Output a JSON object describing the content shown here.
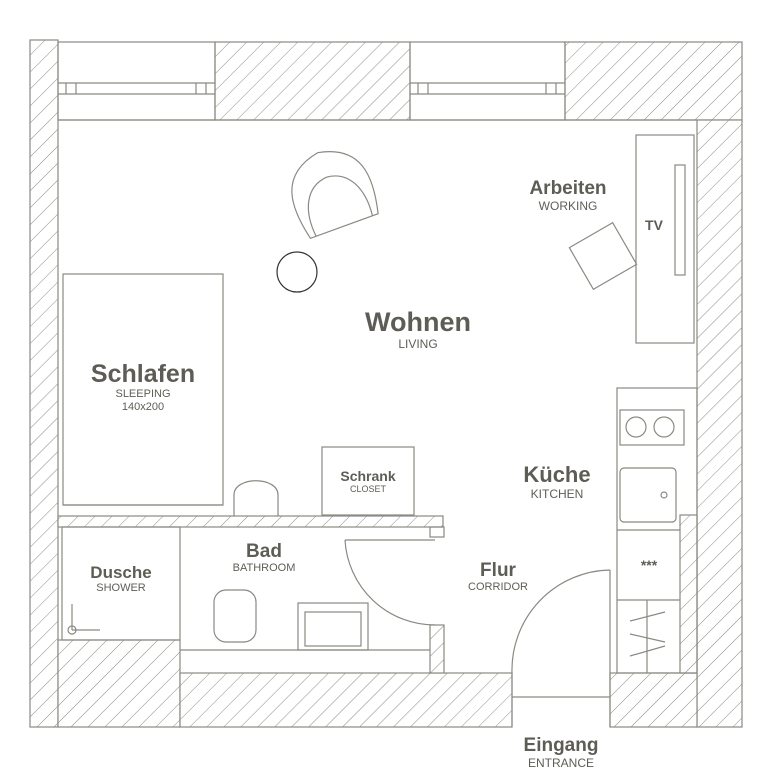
{
  "rooms": {
    "living": {
      "name": "Wohnen",
      "sub": "LIVING"
    },
    "working": {
      "name": "Arbeiten",
      "sub": "WORKING"
    },
    "tv": {
      "name": "TV"
    },
    "sleeping": {
      "name": "Schlafen",
      "sub": "SLEEPING",
      "bed_size": "140x200"
    },
    "closet": {
      "name": "Schrank",
      "sub": "CLOSET"
    },
    "kitchen": {
      "name": "Küche",
      "sub": "KITCHEN"
    },
    "bathroom": {
      "name": "Bad",
      "sub": "BATHROOM"
    },
    "shower": {
      "name": "Dusche",
      "sub": "SHOWER"
    },
    "corridor": {
      "name": "Flur",
      "sub": "CORRIDOR"
    },
    "entrance": {
      "name": "Eingang",
      "sub": "ENTRANCE"
    }
  },
  "appliances": {
    "oven_symbol": "***"
  },
  "colors": {
    "line": "#8a8a82",
    "text": "#5e5d55"
  }
}
